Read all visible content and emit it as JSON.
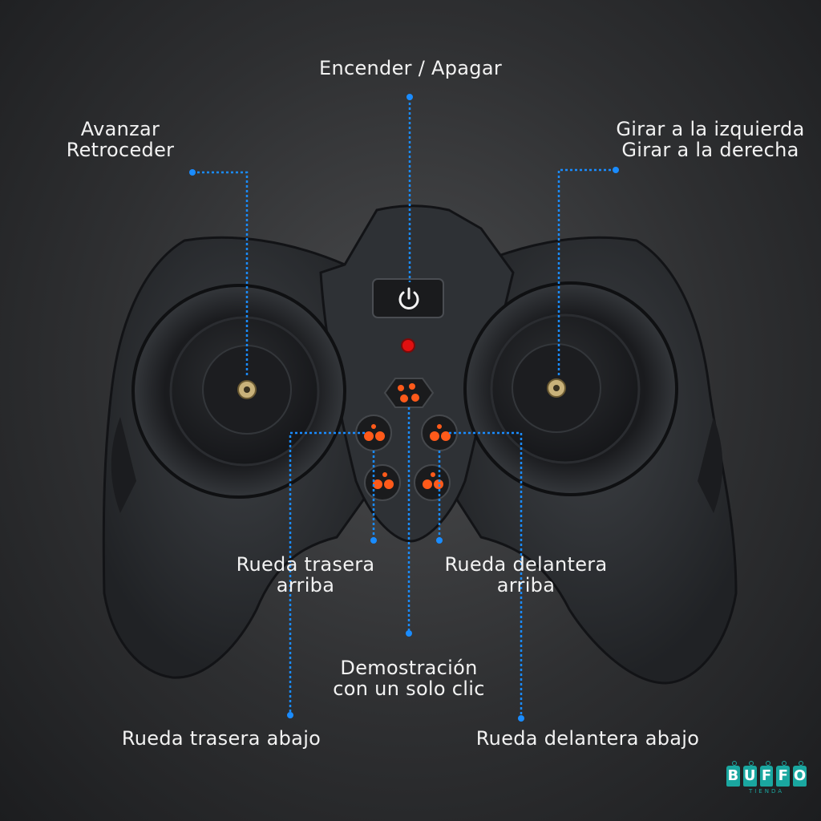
{
  "labels": {
    "power": "Encender / Apagar",
    "forward_line1": "Avanzar",
    "forward_line2": "Retroceder",
    "turn_line1": "Girar a la izquierda",
    "turn_line2": "Girar a la derecha",
    "rear_up_line1": "Rueda trasera",
    "rear_up_line2": "arriba",
    "front_up_line1": "Rueda delantera",
    "front_up_line2": "arriba",
    "demo_line1": "Demostración",
    "demo_line2": "con un solo clic",
    "rear_down": "Rueda trasera abajo",
    "front_down": "Rueda delantera abajo"
  },
  "logo": {
    "letters": [
      "B",
      "U",
      "F",
      "F",
      "O"
    ],
    "sub": "TIENDA"
  },
  "colors": {
    "callout_line": "#1a8cff",
    "button_icon": "#ff5a1a",
    "led": "#e01010",
    "logo": "#1aa7a0"
  }
}
